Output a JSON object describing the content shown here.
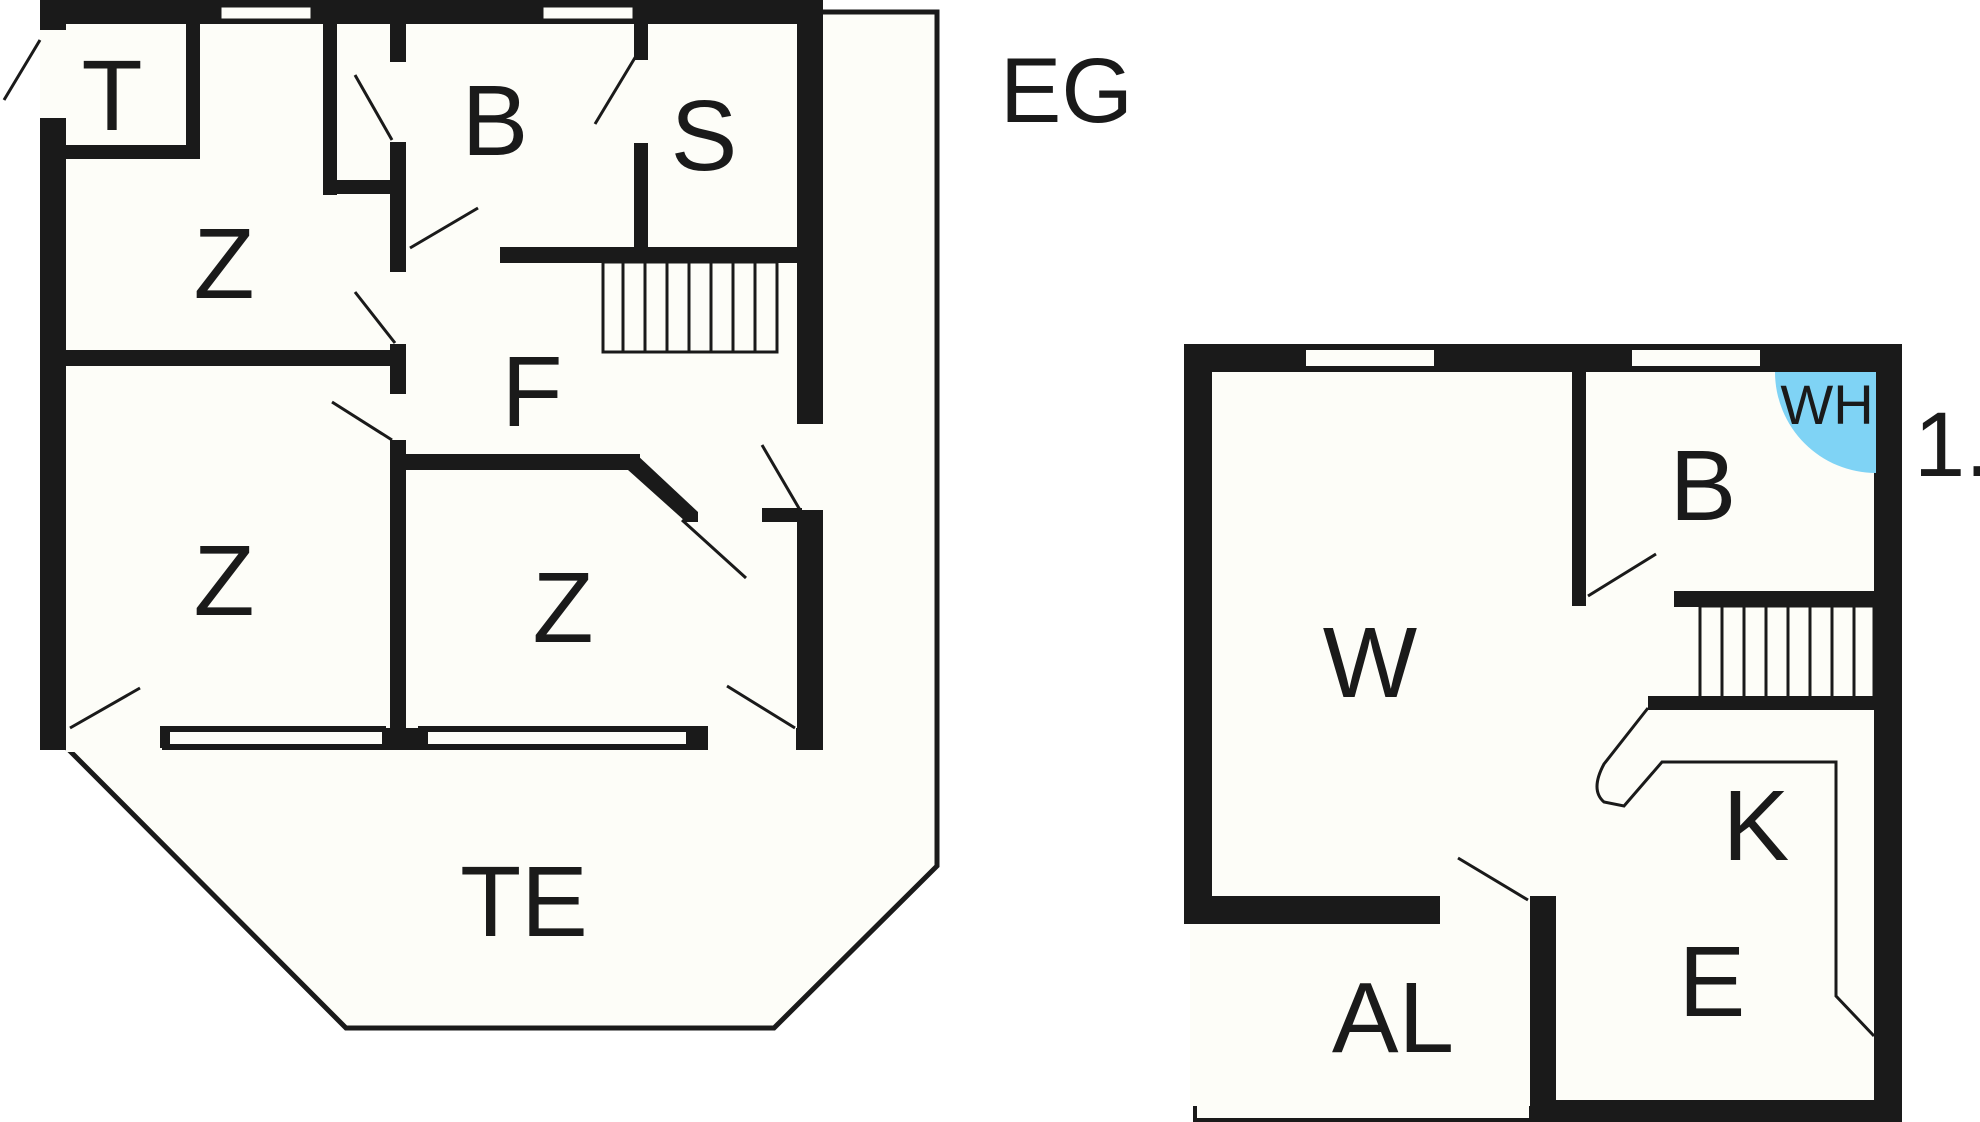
{
  "floors": [
    {
      "title": "EG",
      "rooms": [
        {
          "key": "t",
          "label": "T"
        },
        {
          "key": "b",
          "label": "B"
        },
        {
          "key": "s",
          "label": "S"
        },
        {
          "key": "z1",
          "label": "Z"
        },
        {
          "key": "f",
          "label": "F"
        },
        {
          "key": "z2",
          "label": "Z"
        },
        {
          "key": "z3",
          "label": "Z"
        },
        {
          "key": "te",
          "label": "TE"
        }
      ]
    },
    {
      "title": "1.",
      "rooms": [
        {
          "key": "w",
          "label": "W"
        },
        {
          "key": "b",
          "label": "B"
        },
        {
          "key": "wh",
          "label": "WH"
        },
        {
          "key": "k",
          "label": "K"
        },
        {
          "key": "e",
          "label": "E"
        },
        {
          "key": "al",
          "label": "AL"
        }
      ]
    }
  ],
  "colors": {
    "wall": "#1a1a1a",
    "floor": "#fdfdf8",
    "water_heater": "#7fd3f5"
  }
}
